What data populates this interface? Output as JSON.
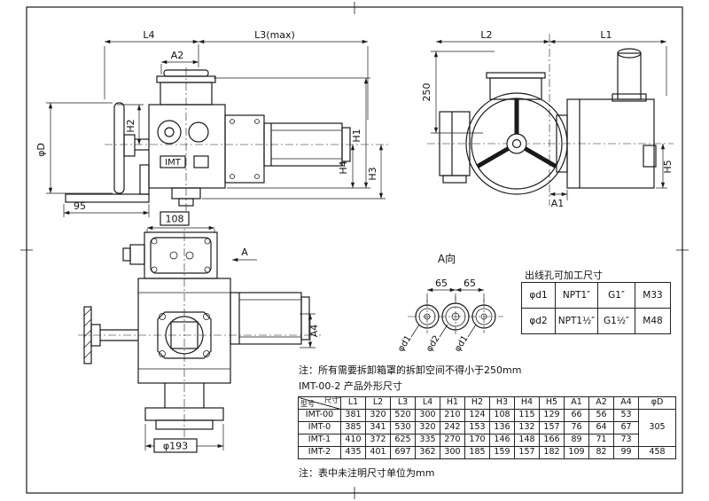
{
  "labels": {
    "side_view": {
      "L4": "L4",
      "L3": "L3(max)",
      "A2": "A2",
      "H2": "H2",
      "phiD": "φD",
      "d95": "95",
      "H1": "H1",
      "H4": "H4",
      "H3": "H3",
      "imt": "IMT"
    },
    "front_view": {
      "L2": "L2",
      "L1": "L1",
      "d250": "250",
      "A1": "A1",
      "H5": "H5"
    },
    "top_view": {
      "d108": "108",
      "A": "A",
      "A4": "A4",
      "phi193": "φ193"
    },
    "a_view": {
      "title": "A向",
      "d65a": "65",
      "d65b": "65",
      "d1a": "φd1",
      "d2": "φd2",
      "d1b": "φd1"
    }
  },
  "outlet_table": {
    "title": "出线孔可加工尺寸",
    "rows": [
      {
        "label": "φd1",
        "npt": "NPT1″",
        "g": "G1″",
        "m": "M33"
      },
      {
        "label": "φd2",
        "npt": "NPT1½″",
        "g": "G1½″",
        "m": "M48"
      }
    ]
  },
  "notes": {
    "clearance": "注：所有需要拆卸箱罩的拆卸空间不得小于250mm",
    "subtitle": "IMT-00-2 产品外形尺寸",
    "units": "注：表中未注明尺寸单位为mm"
  },
  "dim_table": {
    "corner_top": "尺寸",
    "corner_bottom": "型号",
    "headers": [
      "L1",
      "L2",
      "L3",
      "L4",
      "H1",
      "H2",
      "H3",
      "H4",
      "H5",
      "A1",
      "A2",
      "A4",
      "φD"
    ],
    "rows": [
      {
        "model": "IMT-00",
        "values": [
          "381",
          "320",
          "520",
          "300",
          "210",
          "124",
          "108",
          "115",
          "129",
          "66",
          "56",
          "53"
        ]
      },
      {
        "model": "IMT-0",
        "values": [
          "385",
          "341",
          "530",
          "320",
          "242",
          "153",
          "136",
          "132",
          "157",
          "76",
          "64",
          "67"
        ]
      },
      {
        "model": "IMT-1",
        "values": [
          "410",
          "372",
          "625",
          "335",
          "270",
          "170",
          "146",
          "148",
          "166",
          "89",
          "71",
          "73"
        ]
      },
      {
        "model": "IMT-2",
        "values": [
          "435",
          "401",
          "697",
          "362",
          "300",
          "185",
          "159",
          "157",
          "182",
          "109",
          "82",
          "99"
        ]
      }
    ],
    "phi_d": [
      "305",
      "458"
    ]
  }
}
